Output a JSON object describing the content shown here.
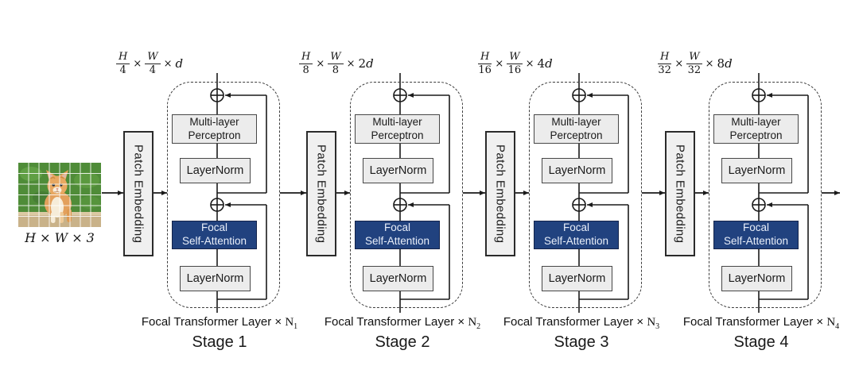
{
  "colors": {
    "accent_blue": "#21427f",
    "focal_border": "#13234a",
    "focal_text": "#e9effa",
    "box_fill": "#ececec",
    "line": "#1a1a1a"
  },
  "input": {
    "image_label": "H × W × 3"
  },
  "shared": {
    "patch_embedding": "Patch Embedding",
    "mlp_line1": "Multi-layer",
    "mlp_line2": "Perceptron",
    "layernorm": "LayerNorm",
    "focal_line1": "Focal",
    "focal_line2": "Self-Attention"
  },
  "stages": [
    {
      "dims": {
        "h_num": "H",
        "h_den": "4",
        "times1": "×",
        "w_num": "W",
        "w_den": "4",
        "times2": "×",
        "chan_coef": "",
        "chan_var": "d"
      },
      "layer_prefix": "Focal Transformer Layer × ",
      "n_var": "N",
      "layer_sub": "1",
      "stage_label": "Stage 1"
    },
    {
      "dims": {
        "h_num": "H",
        "h_den": "8",
        "times1": "×",
        "w_num": "W",
        "w_den": "8",
        "times2": "×",
        "chan_coef": "2",
        "chan_var": "d"
      },
      "layer_prefix": "Focal Transformer Layer × ",
      "n_var": "N",
      "layer_sub": "2",
      "stage_label": "Stage 2"
    },
    {
      "dims": {
        "h_num": "H",
        "h_den": "16",
        "times1": "×",
        "w_num": "W",
        "w_den": "16",
        "times2": "×",
        "chan_coef": "4",
        "chan_var": "d"
      },
      "layer_prefix": "Focal Transformer Layer × ",
      "n_var": "N",
      "layer_sub": "3",
      "stage_label": "Stage 3"
    },
    {
      "dims": {
        "h_num": "H",
        "h_den": "32",
        "times1": "×",
        "w_num": "W",
        "w_den": "32",
        "times2": "×",
        "chan_coef": "8",
        "chan_var": "d"
      },
      "layer_prefix": "Focal Transformer Layer × ",
      "n_var": "N",
      "layer_sub": "4",
      "stage_label": "Stage 4"
    }
  ]
}
